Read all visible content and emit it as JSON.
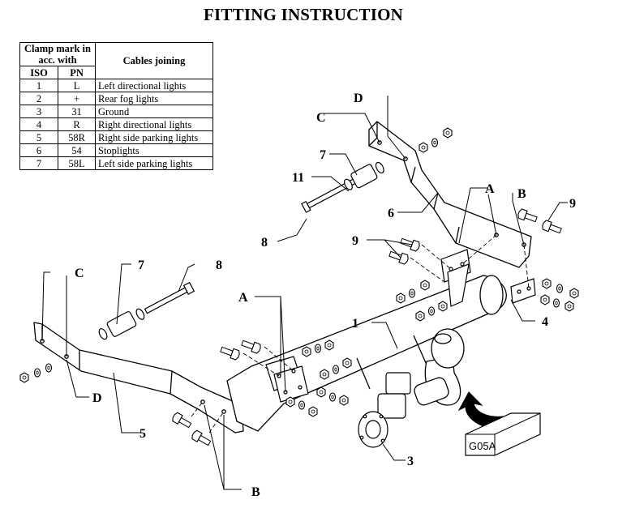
{
  "title": "FITTING INSTRUCTION",
  "table": {
    "header_mark": "Clamp mark in acc. with",
    "header_cables": "Cables joining",
    "header_iso": "ISO",
    "header_pn": "PN",
    "rows": [
      {
        "iso": "1",
        "pn": "L",
        "desc": "Left directional lights"
      },
      {
        "iso": "2",
        "pn": "+",
        "desc": "Rear fog lights"
      },
      {
        "iso": "3",
        "pn": "31",
        "desc": "Ground"
      },
      {
        "iso": "4",
        "pn": "R",
        "desc": "Right directional lights"
      },
      {
        "iso": "5",
        "pn": "58R",
        "desc": "Right side parking lights"
      },
      {
        "iso": "6",
        "pn": "54",
        "desc": "Stoplights"
      },
      {
        "iso": "7",
        "pn": "58L",
        "desc": "Left side parking lights"
      }
    ]
  },
  "callouts": {
    "c1": "1",
    "c3": "3",
    "c4": "4",
    "c5": "5",
    "c6": "6",
    "c7_top": "7",
    "c7_left": "7",
    "c8_top": "8",
    "c8_left": "8",
    "c9_right": "9",
    "c9_mid": "9",
    "c11": "11",
    "a_top": "A",
    "a_left": "A",
    "b_top": "B",
    "b_bottom": "B",
    "c_top": "C",
    "c_left": "C",
    "d_top": "D",
    "d_left": "D"
  },
  "stamp_label": "G05A"
}
